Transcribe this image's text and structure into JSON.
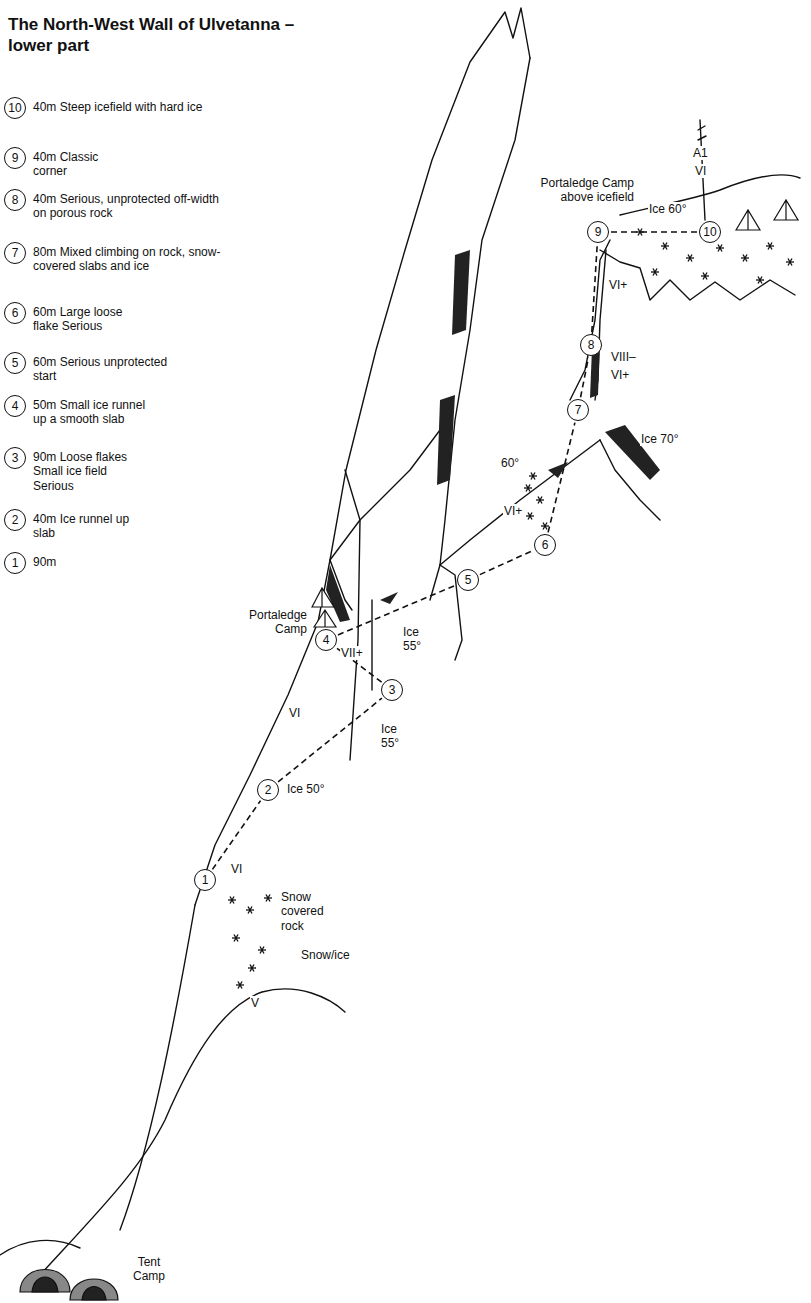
{
  "diagram": {
    "title": "The North-West Wall of Ulvetanna – lower part",
    "nodes": [
      {
        "text": [
          "10"
        ]
      },
      {
        "text": [
          "9"
        ]
      },
      {
        "text": [
          "8"
        ]
      },
      {
        "text": [
          "7"
        ]
      },
      {
        "text": [
          "6"
        ]
      },
      {
        "text": [
          "5"
        ]
      },
      {
        "text": [
          "4"
        ]
      },
      {
        "text": [
          "3"
        ]
      },
      {
        "text": [
          "2"
        ]
      },
      {
        "text": [
          "1"
        ]
      },
      {
        "text": [
          "1"
        ]
      },
      {
        "text": [
          "2"
        ]
      },
      {
        "text": [
          "3"
        ]
      },
      {
        "text": [
          "4"
        ]
      },
      {
        "text": [
          "5"
        ]
      },
      {
        "text": [
          "6"
        ]
      },
      {
        "text": [
          "7"
        ]
      },
      {
        "text": [
          "8"
        ]
      },
      {
        "text": [
          "9"
        ]
      },
      {
        "text": [
          "10"
        ]
      }
    ],
    "edges": [
      {
        "from": 10,
        "to": 11,
        "arrow": "none"
      },
      {
        "from": 11,
        "to": 12,
        "arrow": "none"
      },
      {
        "from": 12,
        "to": 13,
        "arrow": "none"
      },
      {
        "from": 13,
        "to": 14,
        "arrow": "none"
      },
      {
        "from": 14,
        "to": 15,
        "arrow": "none"
      },
      {
        "from": 15,
        "to": 16,
        "arrow": "none"
      },
      {
        "from": 16,
        "to": 17,
        "arrow": "none"
      },
      {
        "from": 17,
        "to": 18,
        "arrow": "none"
      },
      {
        "from": 18,
        "to": 19,
        "arrow": "none"
      }
    ],
    "labels": [
      "40m Steep icefield with hard ice",
      "40m Classic corner",
      "40m Serious, unprotected off-width on porous rock",
      "80m Mixed climbing on rock, snow-covered slabs and ice",
      "60m Large loose flake Serious",
      "60m Serious unprotected start",
      "50m Small ice runnel up a smooth slab",
      "90m Loose flakes Small ice field Serious",
      "40m Ice runnel up slab",
      "90m",
      "A1",
      "VI",
      "Portaledge Camp above icefield",
      "Ice 60°",
      "VI+",
      "VIII–",
      "VI+",
      "Ice 70°",
      "60°",
      "VI+",
      "VII+",
      "Portaledge Camp",
      "Ice 55°",
      "Ice 55°",
      "VI",
      "Ice 50°",
      "VI",
      "Snow covered rock",
      "Snow/ice",
      "V",
      "Tent Camp"
    ]
  }
}
